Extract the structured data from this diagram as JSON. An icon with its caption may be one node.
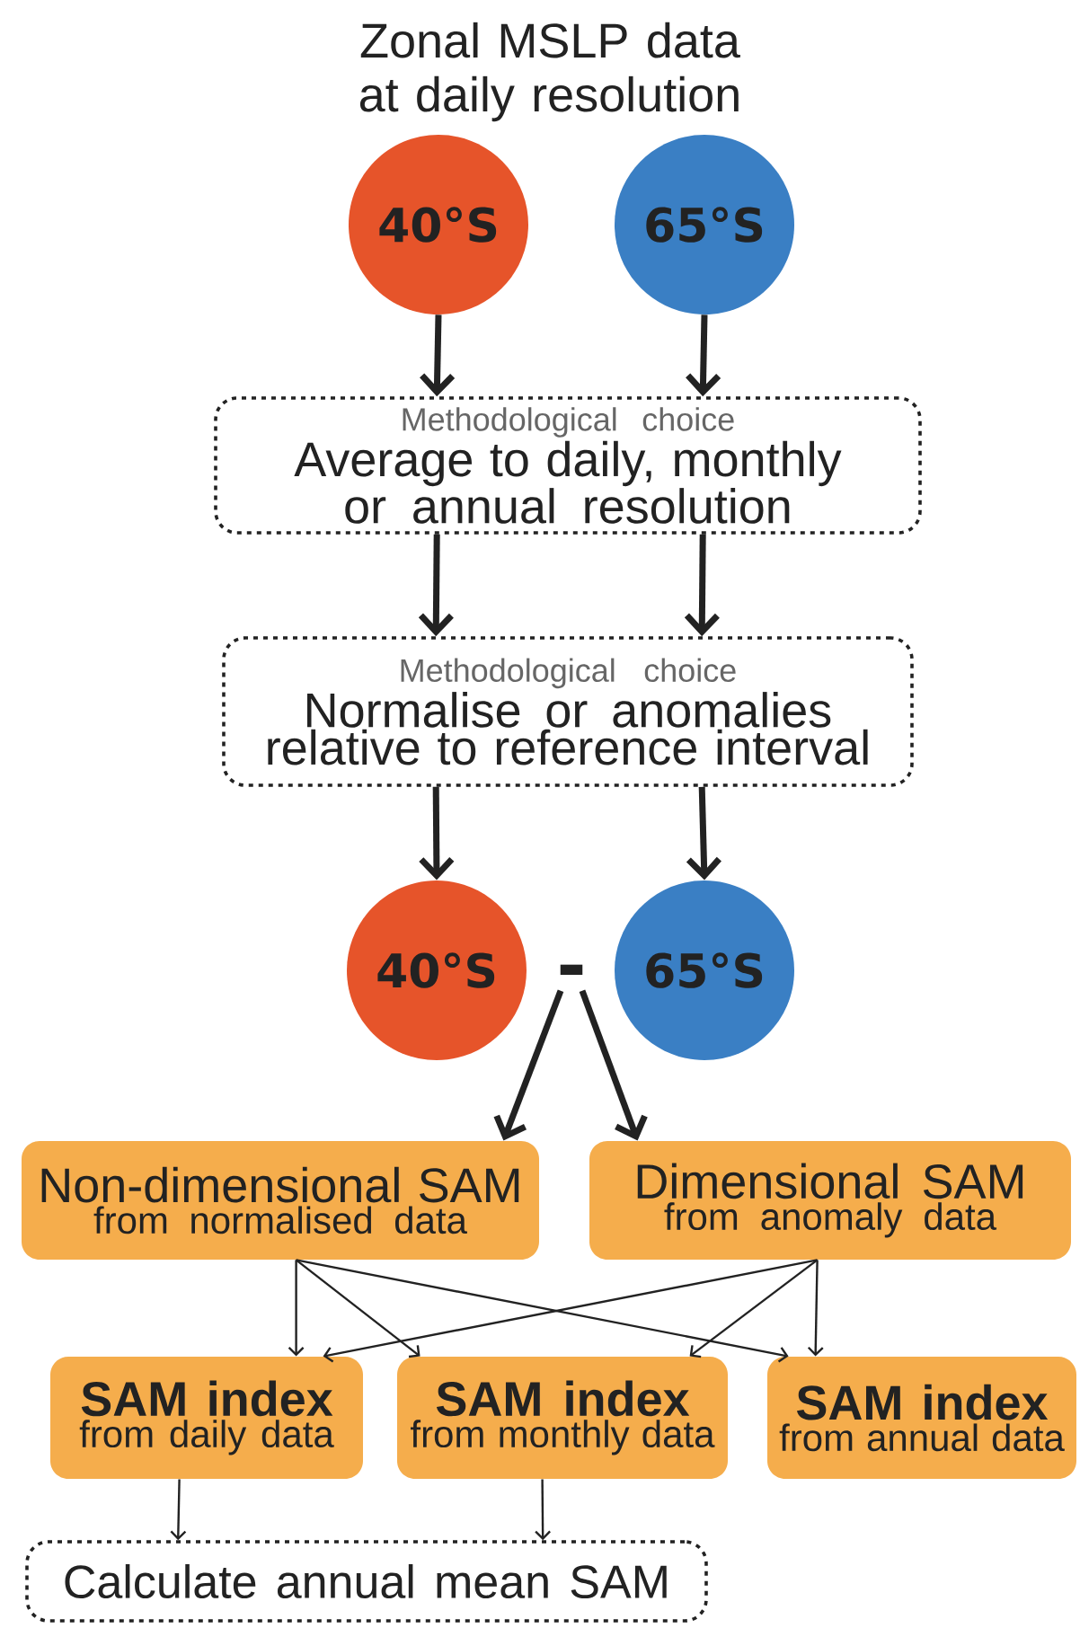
{
  "diagram": {
    "title": "Zonal MSLP data at daily resolution",
    "nodes": [
      {
        "text": [
          "40°S"
        ]
      },
      {
        "text": [
          "65°S"
        ]
      },
      {
        "text": [
          "Methodological choice",
          "Average to daily, monthly or annual resolution"
        ]
      },
      {
        "text": [
          "Methodological choice",
          "Normalise or anomalies relative to reference interval"
        ]
      },
      {
        "text": [
          "40°S"
        ]
      },
      {
        "text": [
          "65°S"
        ]
      },
      {
        "text": [
          "-"
        ]
      },
      {
        "text": [
          "Non-dimensional SAM",
          "from normalised data"
        ]
      },
      {
        "text": [
          "Dimensional SAM",
          "from anomaly data"
        ]
      },
      {
        "text": [
          "SAM index",
          "from daily data"
        ]
      },
      {
        "text": [
          "SAM index",
          "from monthly data"
        ]
      },
      {
        "text": [
          "SAM index",
          "from annual data"
        ]
      },
      {
        "text": [
          "Calculate annual mean SAM"
        ]
      }
    ],
    "edges": [
      {
        "from": 0,
        "to": 2,
        "arrow": "to",
        "style": "thick"
      },
      {
        "from": 1,
        "to": 2,
        "arrow": "to",
        "style": "thick"
      },
      {
        "from": 2,
        "to": 3,
        "arrow": "to",
        "style": "thick"
      },
      {
        "from": 2,
        "to": 3,
        "arrow": "to",
        "style": "thick"
      },
      {
        "from": 3,
        "to": 4,
        "arrow": "to",
        "style": "thick"
      },
      {
        "from": 3,
        "to": 5,
        "arrow": "to",
        "style": "thick"
      },
      {
        "from": 6,
        "to": 7,
        "arrow": "to",
        "style": "thick"
      },
      {
        "from": 6,
        "to": 8,
        "arrow": "to",
        "style": "thick"
      },
      {
        "from": 7,
        "to": 9,
        "arrow": "to"
      },
      {
        "from": 7,
        "to": 10,
        "arrow": "to"
      },
      {
        "from": 7,
        "to": 11,
        "arrow": "to"
      },
      {
        "from": 8,
        "to": 9,
        "arrow": "to"
      },
      {
        "from": 8,
        "to": 10,
        "arrow": "to"
      },
      {
        "from": 8,
        "to": 11,
        "arrow": "to"
      },
      {
        "from": 9,
        "to": 12,
        "arrow": "to"
      },
      {
        "from": 10,
        "to": 12,
        "arrow": "to"
      }
    ]
  }
}
